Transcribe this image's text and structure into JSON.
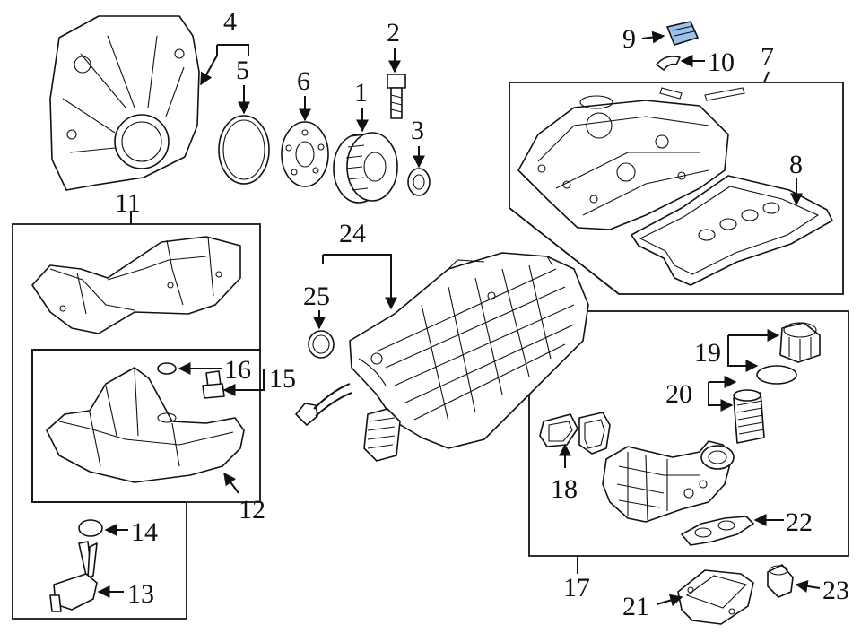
{
  "diagram": {
    "callouts": [
      {
        "id": "c1",
        "text": "1"
      },
      {
        "id": "c2",
        "text": "2"
      },
      {
        "id": "c3",
        "text": "3"
      },
      {
        "id": "c4",
        "text": "4"
      },
      {
        "id": "c5",
        "text": "5"
      },
      {
        "id": "c6",
        "text": "6"
      },
      {
        "id": "c7",
        "text": "7"
      },
      {
        "id": "c8",
        "text": "8"
      },
      {
        "id": "c9",
        "text": "9"
      },
      {
        "id": "c10",
        "text": "10"
      },
      {
        "id": "c11",
        "text": "11"
      },
      {
        "id": "c12",
        "text": "12"
      },
      {
        "id": "c13",
        "text": "13"
      },
      {
        "id": "c14",
        "text": "14"
      },
      {
        "id": "c15",
        "text": "15"
      },
      {
        "id": "c16",
        "text": "16"
      },
      {
        "id": "c17",
        "text": "17"
      },
      {
        "id": "c18",
        "text": "18"
      },
      {
        "id": "c19",
        "text": "19"
      },
      {
        "id": "c20",
        "text": "20"
      },
      {
        "id": "c21",
        "text": "21"
      },
      {
        "id": "c22",
        "text": "22"
      },
      {
        "id": "c23",
        "text": "23"
      },
      {
        "id": "c24",
        "text": "24"
      },
      {
        "id": "c25",
        "text": "25"
      }
    ],
    "highlight_color": "#9cc1ea"
  }
}
